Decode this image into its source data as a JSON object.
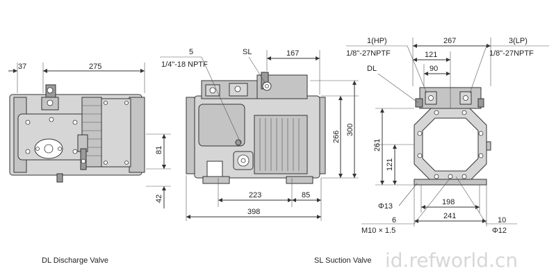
{
  "left_view": {
    "dim_37": "37",
    "dim_275": "275",
    "dim_81": "81",
    "dim_42": "42"
  },
  "middle_view": {
    "port5_label": "5",
    "port5_thread": "1/4\"-18 NPTF",
    "sl_label": "SL",
    "dim_167": "167",
    "dim_266": "266",
    "dim_300": "300",
    "dim_223": "223",
    "dim_85": "85",
    "dim_398": "398"
  },
  "right_view": {
    "hp_label": "1(HP)",
    "hp_thread": "1/8\"-27NPTF",
    "lp_label": "3(LP)",
    "lp_thread": "1/8\"-27NPTF",
    "dl_label": "DL",
    "dim_267": "267",
    "dim_121_top": "121",
    "dim_90": "90",
    "dim_261": "261",
    "dim_121_side": "121",
    "dim_phi13": "Φ13",
    "dim_198": "198",
    "dim_6": "6",
    "dim_m10": "M10 × 1.5",
    "dim_10": "10",
    "dim_phi12": "Φ12",
    "dim_241": "241"
  },
  "captions": {
    "discharge": "DL Discharge Valve",
    "suction": "SL Suction Valve"
  },
  "watermark": "id.refworld.cn"
}
